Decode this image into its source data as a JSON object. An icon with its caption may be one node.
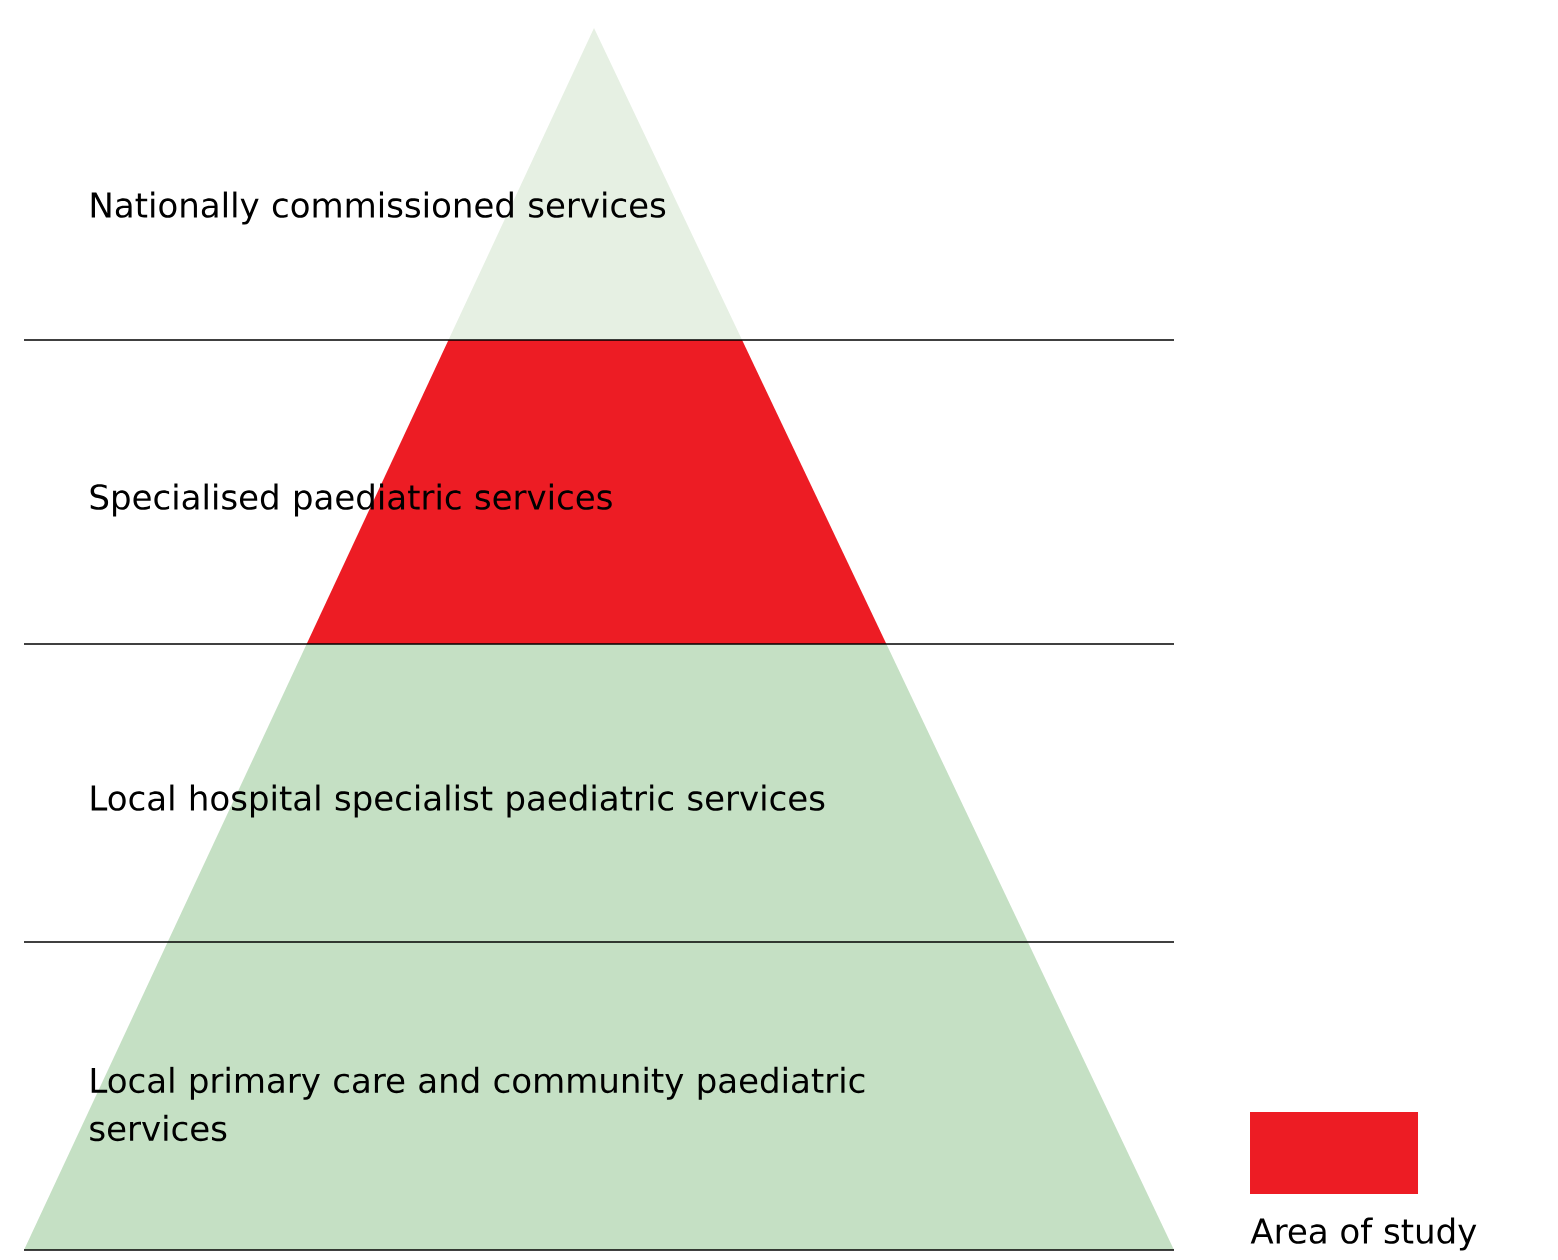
{
  "diagram": {
    "nodes": [
      {
        "text": [
          "Nationally commissioned services"
        ]
      },
      {
        "text": [
          "Specialised paediatric services"
        ]
      },
      {
        "text": [
          "Local hospital specialist paediatric services"
        ]
      },
      {
        "text": [
          "Local primary care and community paediatric services"
        ]
      }
    ],
    "legend": [
      {
        "text": "Area of study",
        "color": "#ed1c24"
      }
    ]
  }
}
